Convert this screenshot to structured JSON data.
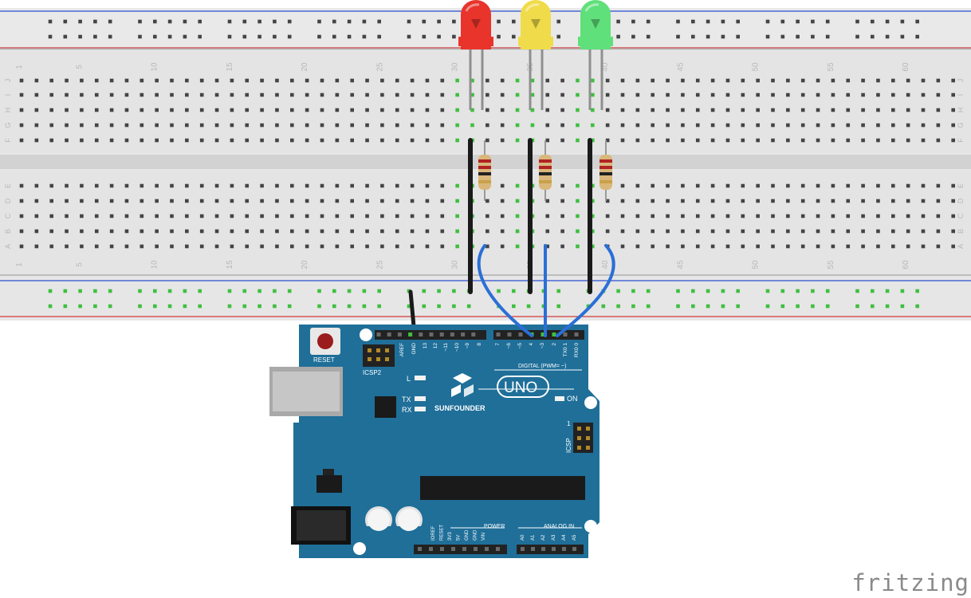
{
  "breadboard": {
    "row_letters_top": [
      "J",
      "I",
      "H",
      "G",
      "F"
    ],
    "row_letters_bottom": [
      "E",
      "D",
      "C",
      "B",
      "A"
    ],
    "column_numbers": [
      "1",
      "5",
      "10",
      "15",
      "20",
      "25",
      "30",
      "35",
      "40",
      "45",
      "50",
      "55",
      "60"
    ]
  },
  "leds": [
    {
      "color": "red",
      "hex": "#e8342b"
    },
    {
      "color": "yellow",
      "hex": "#f0dc4a"
    },
    {
      "color": "green",
      "hex": "#5fe07a"
    }
  ],
  "wire_colors": {
    "ground": "#1a1a1a",
    "signal": "#2a6fd6"
  },
  "arduino": {
    "board_color": "#1f6f99",
    "brand": "SUNFOUNDER",
    "model": "UNO",
    "reset_label": "RESET",
    "icsp2_label": "ICSP2",
    "icsp_label": "ICSP",
    "icsp_pin1": "1",
    "led_l": "L",
    "led_tx": "TX",
    "led_rx": "RX",
    "led_on": "ON",
    "digital_header": "DIGITAL (PWM= ~)",
    "power_header": "POWER",
    "analog_header": "ANALOG IN",
    "top_pins": [
      "AREF",
      "GND",
      "13",
      "12",
      "~11",
      "~10",
      "~9",
      "8",
      "7",
      "~6",
      "~5",
      "4",
      "~3",
      "2",
      "TX0 1",
      "RX0 0"
    ],
    "power_pins": [
      "IOREF",
      "RESET",
      "3V3",
      "5V",
      "GND",
      "GND",
      "VIN"
    ],
    "analog_pins": [
      "A0",
      "A1",
      "A2",
      "A3",
      "A4",
      "A5"
    ]
  },
  "watermark": "fritzing"
}
